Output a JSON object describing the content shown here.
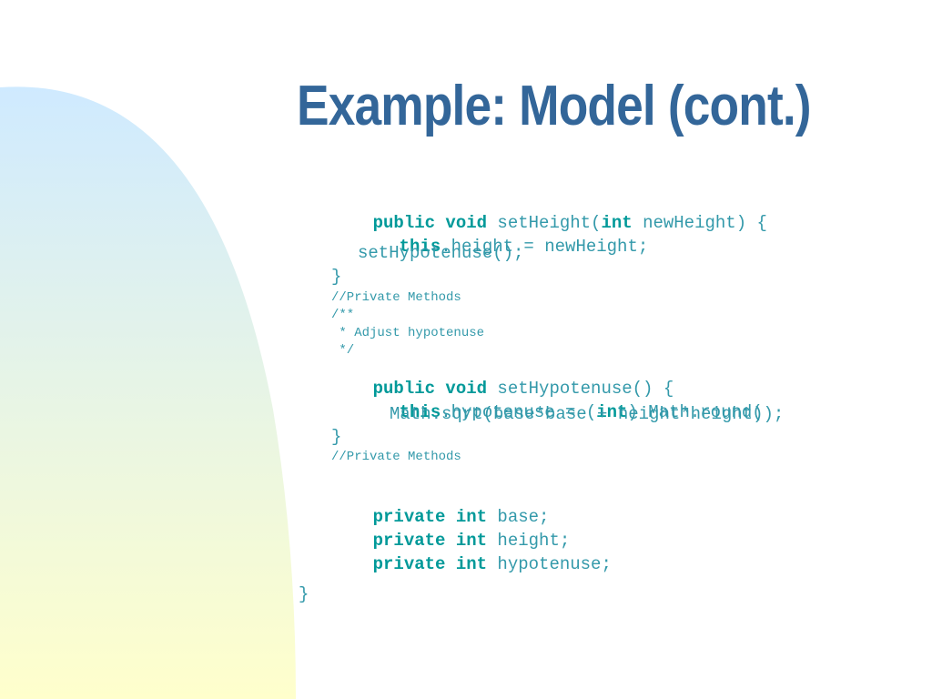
{
  "slide": {
    "title": "Example: Model (cont.)",
    "colors": {
      "title": "#336699",
      "keyword": "#009999",
      "code": "#3399aa",
      "gradient_top": "#cfeaff",
      "gradient_bottom": "#ffffcc"
    }
  },
  "code": {
    "l1": {
      "kw": "public void",
      "rest": " setHeight(",
      "kw2": "int",
      "rest2": " newHeight) {"
    },
    "l2": {
      "kw": "this",
      "rest": ".height = newHeight;"
    },
    "l3": {
      "text": "setHypotenuse();"
    },
    "l4": {
      "text": "}"
    },
    "l5": {
      "text": "//Private Methods"
    },
    "l6": {
      "text": "/**"
    },
    "l7": {
      "text": " * Adjust hypotenuse"
    },
    "l8": {
      "text": " */"
    },
    "l9": {
      "kw": "public void",
      "rest": " setHypotenuse() {"
    },
    "l10": {
      "kw": "this",
      "rest": ".hypotenuse = (",
      "kw2": "int",
      "rest2": ") Math.round("
    },
    "l11": {
      "text": "Math.sqrt(base*base + height*height));"
    },
    "l12": {
      "text": "}"
    },
    "l13": {
      "text": "//Private Methods"
    },
    "l14": {
      "kw": "private int",
      "rest": " base;"
    },
    "l15": {
      "kw": "private int",
      "rest": " height;"
    },
    "l16": {
      "kw": "private int",
      "rest": " hypotenuse;"
    },
    "l17": {
      "text": "}"
    }
  }
}
